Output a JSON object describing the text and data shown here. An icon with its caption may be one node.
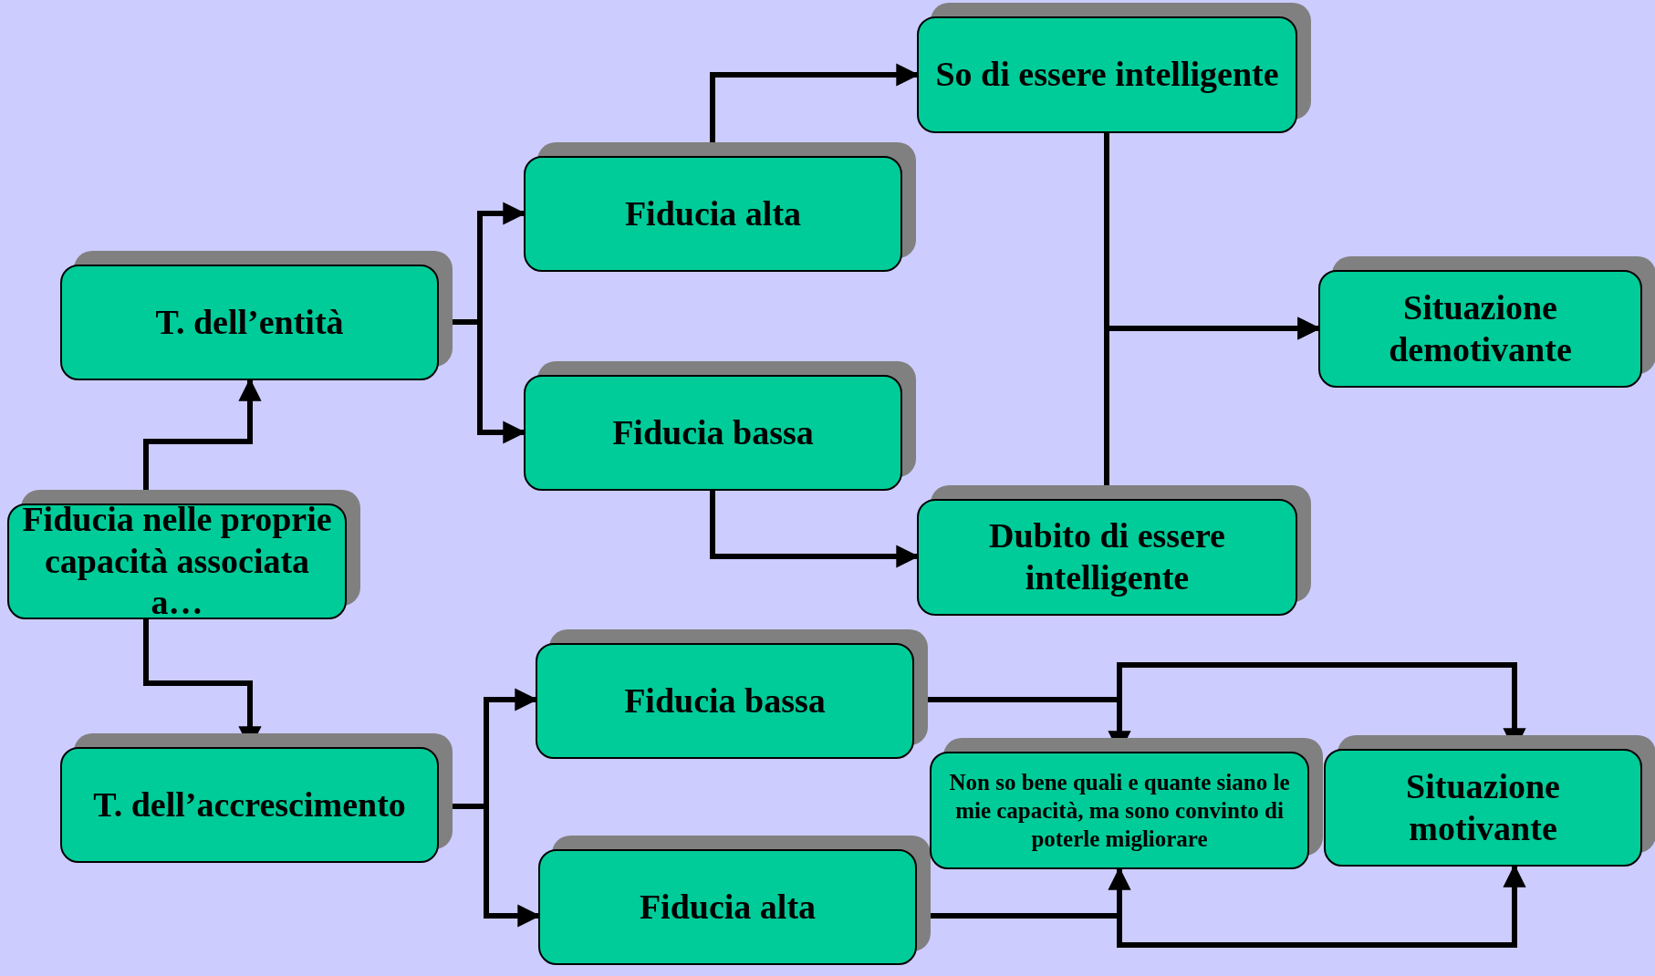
{
  "diagram": {
    "nodes": [
      {
        "text": [
          "Fiducia nelle proprie capacità associata a…"
        ]
      },
      {
        "text": [
          "T. dell’entità"
        ]
      },
      {
        "text": [
          "Fiducia alta"
        ]
      },
      {
        "text": [
          "Fiducia bassa"
        ]
      },
      {
        "text": [
          "So di essere intelligente"
        ]
      },
      {
        "text": [
          "Dubito di essere intelligente"
        ]
      },
      {
        "text": [
          "Situazione demotivante"
        ]
      },
      {
        "text": [
          "T. dell’accrescimento"
        ]
      },
      {
        "text": [
          "Fiducia bassa"
        ]
      },
      {
        "text": [
          "Fiducia alta"
        ]
      },
      {
        "text": [
          "Non so bene quali e quante siano le mie capacità, ma sono convinto di poterle migliorare"
        ]
      },
      {
        "text": [
          "Situazione motivante"
        ]
      }
    ],
    "edges": [
      {
        "from": 0,
        "to": 1,
        "arrow": "to"
      },
      {
        "from": 0,
        "to": 7,
        "arrow": "to"
      },
      {
        "from": 1,
        "to": 2,
        "arrow": "to"
      },
      {
        "from": 1,
        "to": 3,
        "arrow": "to"
      },
      {
        "from": 2,
        "to": 4,
        "arrow": "to"
      },
      {
        "from": 3,
        "to": 5,
        "arrow": "to"
      },
      {
        "from": 4,
        "to": 6,
        "arrow": "to"
      },
      {
        "from": 5,
        "to": 6,
        "arrow": "to"
      },
      {
        "from": 7,
        "to": 8,
        "arrow": "to"
      },
      {
        "from": 7,
        "to": 9,
        "arrow": "to"
      },
      {
        "from": 8,
        "to": 10,
        "arrow": "to"
      },
      {
        "from": 8,
        "to": 11,
        "arrow": "to"
      },
      {
        "from": 9,
        "to": 10,
        "arrow": "to"
      },
      {
        "from": 9,
        "to": 11,
        "arrow": "to"
      }
    ]
  }
}
